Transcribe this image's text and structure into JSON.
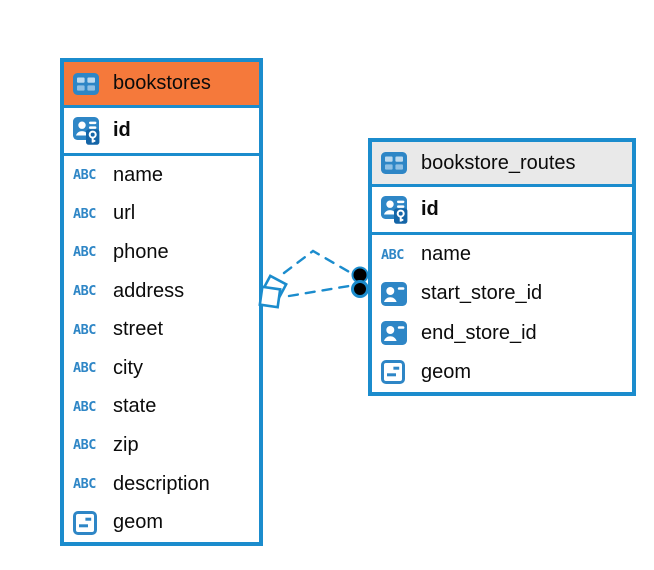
{
  "theme": {
    "canvas_bg": "#ffffff",
    "table_border_blue": "#1b8ccd",
    "icon_blue": "#2e86c6",
    "icon_blue_light": "#bcd9ee",
    "icon_blue_mid": "#8fc0e4",
    "key_badge_blue": "#1465a7",
    "selected_header_orange": "#f5793b",
    "header_gray": "#e9e9e9",
    "text_color": "#0b0b0b",
    "connector_dot_black": "#000000"
  },
  "icons": {
    "abc_label": "ABC",
    "table_icon": "table-grid-icon",
    "primary_key_icon": "person-id-key-icon",
    "foreign_id_icon": "person-id-card-icon",
    "geometry_icon": "geometry-field-icon"
  },
  "diagram": {
    "tables": [
      {
        "name": "bookstores",
        "header_style": "orange-selected",
        "columns": [
          {
            "name": "id",
            "type": "primary-key"
          },
          {
            "name": "name",
            "type": "text"
          },
          {
            "name": "url",
            "type": "text"
          },
          {
            "name": "phone",
            "type": "text"
          },
          {
            "name": "address",
            "type": "text"
          },
          {
            "name": "street",
            "type": "text"
          },
          {
            "name": "city",
            "type": "text"
          },
          {
            "name": "state",
            "type": "text"
          },
          {
            "name": "zip",
            "type": "text"
          },
          {
            "name": "description",
            "type": "text"
          },
          {
            "name": "geom",
            "type": "geometry"
          }
        ]
      },
      {
        "name": "bookstore_routes",
        "header_style": "gray",
        "columns": [
          {
            "name": "id",
            "type": "primary-key"
          },
          {
            "name": "name",
            "type": "text"
          },
          {
            "name": "start_store_id",
            "type": "foreign-id"
          },
          {
            "name": "end_store_id",
            "type": "foreign-id"
          },
          {
            "name": "geom",
            "type": "geometry"
          }
        ]
      }
    ],
    "relationship": {
      "from_table": "bookstores",
      "to_table": "bookstore_routes",
      "line_style": "dashed",
      "from_marker": "overlapping-squares",
      "to_marker": "double-black-dots"
    }
  }
}
